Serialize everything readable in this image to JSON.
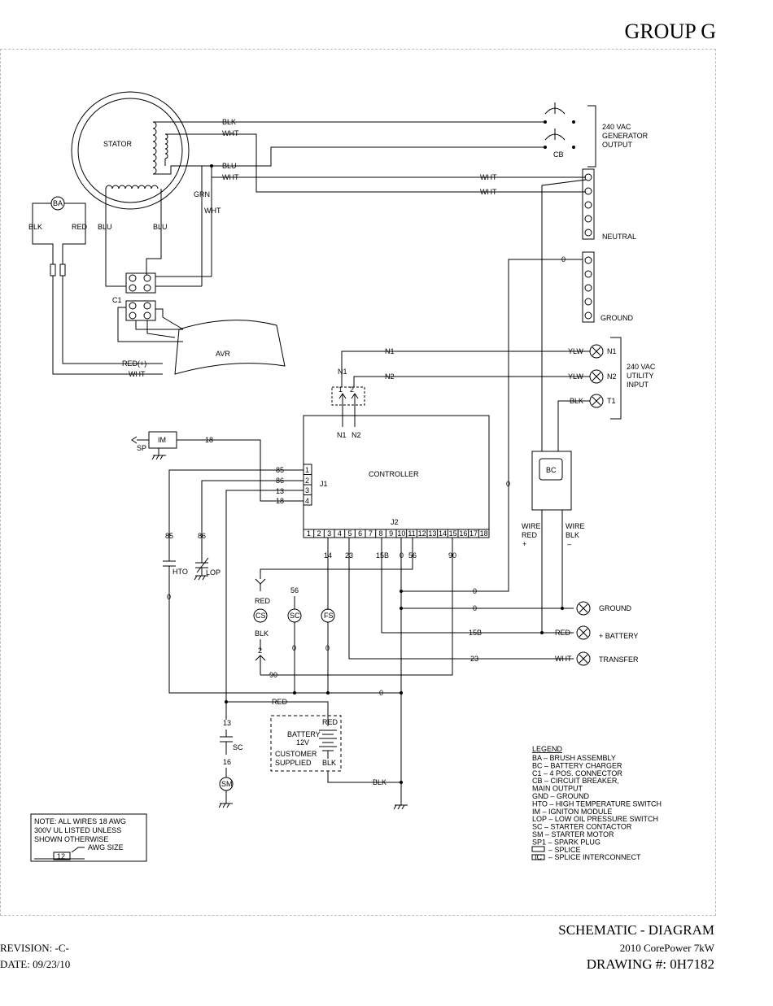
{
  "header": {
    "group": "GROUP G"
  },
  "footer": {
    "title": "SCHEMATIC - DIAGRAM",
    "model": "2010 CorePower 7kW",
    "drawing": "DRAWING #: 0H7182",
    "revision": "REVISION: -C-",
    "date": "DATE: 09/23/10"
  },
  "components": {
    "stator": "STATOR",
    "ba": "BA",
    "cb": "CB",
    "avr": "AVR",
    "c1": "C1",
    "controller": "CONTROLLER",
    "im": "IM",
    "sp": "SP",
    "bc": "BC",
    "cs": "CS",
    "sc": "SC",
    "fs": "FS",
    "sm": "SM",
    "hto": "HTO",
    "lop": "LOP",
    "sc_contact": "SC",
    "j1": "J1",
    "j2": "J2",
    "n1_conn": "N1",
    "n2_conn": "N2",
    "n1_bot": "N1",
    "n2_bot": "N2",
    "battery": [
      "BATTERY",
      "12V",
      "CUSTOMER",
      "SUPPLIED"
    ],
    "bat_red": "RED",
    "bat_blk": "BLK",
    "cs_red": "RED",
    "cs_blk": "BLK"
  },
  "blocks": {
    "gen_output": [
      "240 VAC",
      "GENERATOR",
      "OUTPUT"
    ],
    "utility_input": [
      "240 VAC",
      "UTILITY",
      "INPUT"
    ],
    "neutral": "NEUTRAL",
    "ground_bar": "GROUND",
    "wire_red": [
      "WIRE",
      "RED",
      "+"
    ],
    "wire_blk": [
      "WIRE",
      "BLK",
      "–"
    ]
  },
  "wire_labels": {
    "blk1": "BLK",
    "wht1": "WHT",
    "blu1": "BLU",
    "wht2": "WHT",
    "wht_r1": "WHT",
    "wht_r2": "WHT",
    "grn": "GRN",
    "wht_v": "WHT",
    "ba_blk": "BLK",
    "ba_red": "RED",
    "blu_l": "BLU",
    "blu_r": "BLU",
    "red_plus": "RED(+)",
    "wht_avr": "WHT",
    "zero_gnd": "0",
    "n1": "N1",
    "n2": "N2",
    "ylw1": "YLW",
    "ylw2": "YLW",
    "blk_t1": "BLK",
    "w18": "18",
    "w85": "85",
    "w86": "86",
    "w13": "13",
    "w18b": "18",
    "v85": "85",
    "v86": "86",
    "v0a": "0",
    "j14": "14",
    "j23": "23",
    "j15b": "15B",
    "j0": "0",
    "j56": "56",
    "j90": "90",
    "sc56": "56",
    "sc0": "0",
    "fs0": "0",
    "h0a": "0",
    "h0b": "0",
    "h15b": "15B",
    "h23": "23",
    "h90": "90",
    "bot0": "0",
    "vright0": "0",
    "red_bot": "RED",
    "w13b": "13",
    "w16": "16",
    "blk_bot": "BLK",
    "red_batt": "RED",
    "wht_tr": "WHT"
  },
  "terminals": {
    "ground": "GROUND",
    "battery": "+ BATTERY",
    "transfer": "TRANSFER",
    "n1": "N1",
    "n2": "N2",
    "t1": "T1"
  },
  "j1_pins": [
    "1",
    "2",
    "3",
    "4"
  ],
  "j2_pins": [
    "1",
    "2",
    "3",
    "4",
    "5",
    "6",
    "7",
    "8",
    "9",
    "10",
    "11",
    "12",
    "13",
    "14",
    "15",
    "16",
    "17",
    "18"
  ],
  "legend": {
    "title": "LEGEND",
    "items": [
      "BA  –  BRUSH ASSEMBLY",
      "BC  –  BATTERY CHARGER",
      "C1  –  4 POS. CONNECTOR",
      "CB  –  CIRCUIT BREAKER,",
      "             MAIN OUTPUT",
      "GND  –  GROUND",
      "HTO  –  HIGH TEMPERATURE SWITCH",
      "IM  –  IGNITON MODULE",
      "LOP  –  LOW OIL PRESSURE SWITCH",
      "SC  –  STARTER CONTACTOR",
      "SM  –  STARTER MOTOR",
      "SP1  –  SPARK PLUG",
      "–  SPLICE",
      "–  SPLICE INTERCONNECT"
    ]
  },
  "note": {
    "lines": [
      "NOTE: ALL WIRES 18 AWG",
      "300V UL LISTED UNLESS",
      "SHOWN OTHERWISE"
    ],
    "awg_num": "12",
    "awg_label": "AWG SIZE"
  }
}
